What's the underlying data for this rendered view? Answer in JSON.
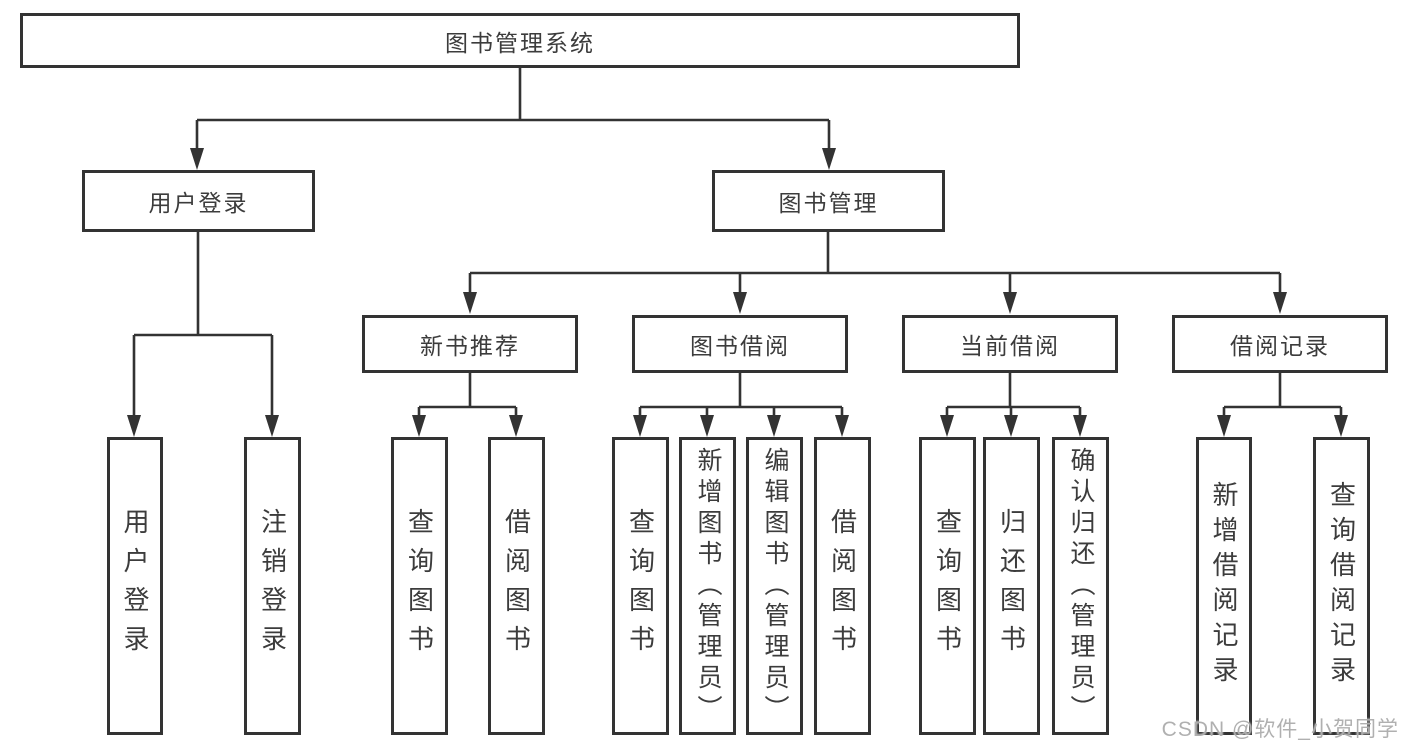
{
  "tree": {
    "root": {
      "label": "图书管理系统"
    },
    "level2": [
      {
        "label": "用户登录",
        "children": [
          {
            "label": "用户登录"
          },
          {
            "label": "注销登录"
          }
        ]
      },
      {
        "label": "图书管理",
        "children": [
          {
            "label": "新书推荐",
            "children": [
              {
                "label": "查询图书"
              },
              {
                "label": "借阅图书"
              }
            ]
          },
          {
            "label": "图书借阅",
            "children": [
              {
                "label": "查询图书"
              },
              {
                "label": "新增图书（管理员）"
              },
              {
                "label": "编辑图书（管理员）"
              },
              {
                "label": "借阅图书"
              }
            ]
          },
          {
            "label": "当前借阅",
            "children": [
              {
                "label": "查询图书"
              },
              {
                "label": "归还图书"
              },
              {
                "label": "确认归还（管理员）"
              }
            ]
          },
          {
            "label": "借阅记录",
            "children": [
              {
                "label": "新增借阅记录"
              },
              {
                "label": "查询借阅记录"
              }
            ]
          }
        ]
      }
    ]
  },
  "watermark": {
    "text": "CSDN @软件_小贺同学"
  },
  "colors": {
    "line": "#333333",
    "node_border": "#333333",
    "text": "#3c3c3c",
    "watermark": "#acacac"
  }
}
